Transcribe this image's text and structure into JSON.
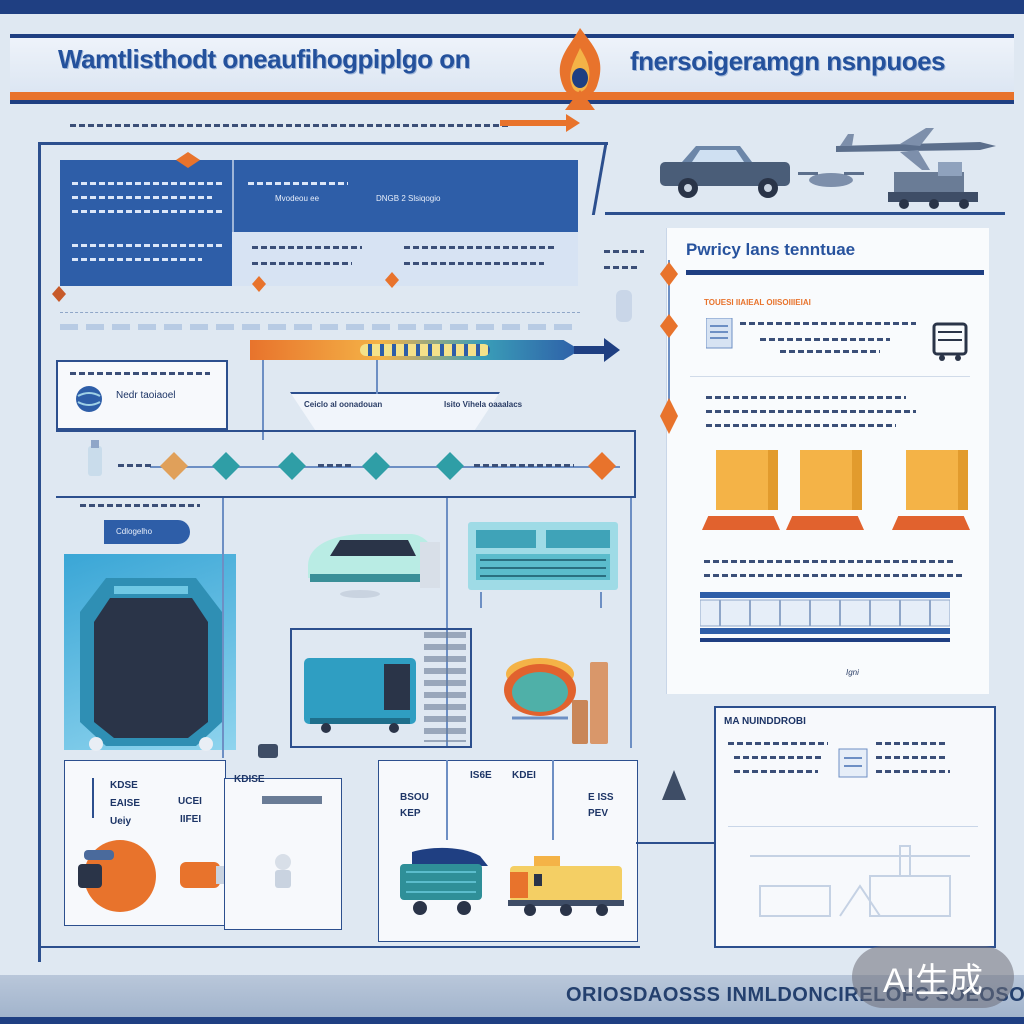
{
  "header": {
    "title_left": "Wamtlisthodt oneaufihogpiplgo on",
    "title_right": "fnersoigeramgn nsnpuoes"
  },
  "left_blue": {
    "label_a": "Mvodeou ee",
    "label_b": "DNGB 2 Slsiqogio"
  },
  "flow": {
    "label_main": "Ceiclo al oonadouan",
    "label_side": "Isito Vihela oaaalacs"
  },
  "left_panel": {
    "label": "Nedr taoiaoel",
    "pill": "Cdlogelho"
  },
  "bottom_labels": {
    "a1": "KDSE",
    "a2": "EAISE",
    "a3": "Ueiy",
    "b1": "UCEI",
    "b2": "IIFEI",
    "c1": "KDISE",
    "d1": "IS6E",
    "d2": "KDEI",
    "e1": "BSOU",
    "e2": "KEP",
    "f1": "E ISS",
    "f2": "PEV"
  },
  "right": {
    "policy_title": "Pwricy lans tenntuae",
    "orange_sub": "TOUESI IIAIEAL OIISOIIIEIAI",
    "caption": "Igni"
  },
  "lower_right": {
    "title": "MA NUINDDROBI"
  },
  "footer": {
    "text": "ORIOSDAOSSS INMLDONCIRELOFC SOEOSO RE"
  },
  "watermark": "AI生成",
  "colors": {
    "navy": "#1f3f82",
    "blue": "#2e5ea8",
    "orange": "#e8732c",
    "teal": "#3a9fb8",
    "amber": "#f4b347"
  }
}
